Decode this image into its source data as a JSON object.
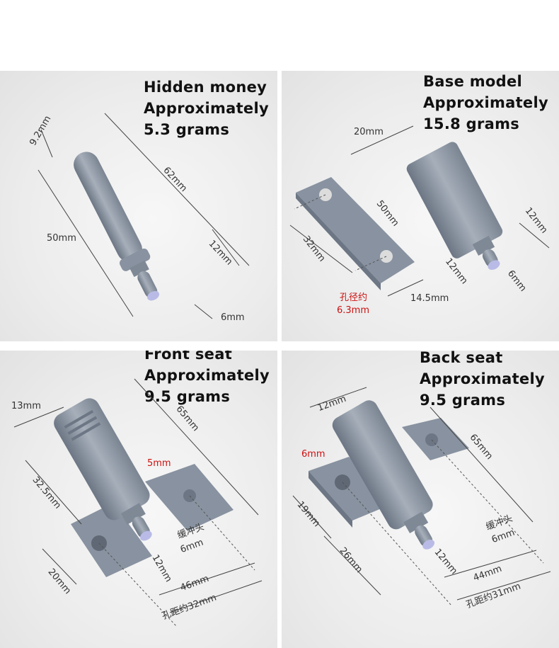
{
  "panels": [
    {
      "title": [
        "Hidden money",
        "Approximately",
        "5.3 grams"
      ],
      "dims": {
        "d1": "9.2mm",
        "d2": "62mm",
        "d3": "50mm",
        "d4": "12mm",
        "d5": "6mm"
      }
    },
    {
      "title": [
        "Base model",
        "Approximately",
        "15.8 grams"
      ],
      "dims": {
        "d1": "20mm",
        "d2": "50mm",
        "d3": "12mm",
        "d4": "32mm",
        "d5": "12mm",
        "d6": "6mm",
        "d7": "14.5mm",
        "hole_label": "孔径约",
        "hole_value": "6.3mm"
      }
    },
    {
      "title": [
        "Front seat",
        "Approximately",
        "9.5 grams"
      ],
      "dims": {
        "d1": "13mm",
        "d2": "65mm",
        "d3": "5mm",
        "d4": "32.5mm",
        "d5": "缓冲头",
        "d6": "6mm",
        "d7": "12mm",
        "d8": "46mm",
        "d9": "20mm",
        "d10": "孔距约32mm"
      }
    },
    {
      "title": [
        "Back seat",
        "Approximately",
        "9.5 grams"
      ],
      "dims": {
        "d1": "12mm",
        "d2": "6mm",
        "d3": "65mm",
        "d4": "19mm",
        "d5": "缓冲头",
        "d6": "6mm",
        "d7": "26mm",
        "d8": "12mm",
        "d9": "44mm",
        "d10": "孔距约31mm"
      }
    }
  ],
  "colors": {
    "plastic": "#8c96a2",
    "plastic_dark": "#6c7684",
    "plastic_light": "#aab3bd",
    "tip": "#b9bbe6",
    "accent_red": "#cc1111"
  }
}
